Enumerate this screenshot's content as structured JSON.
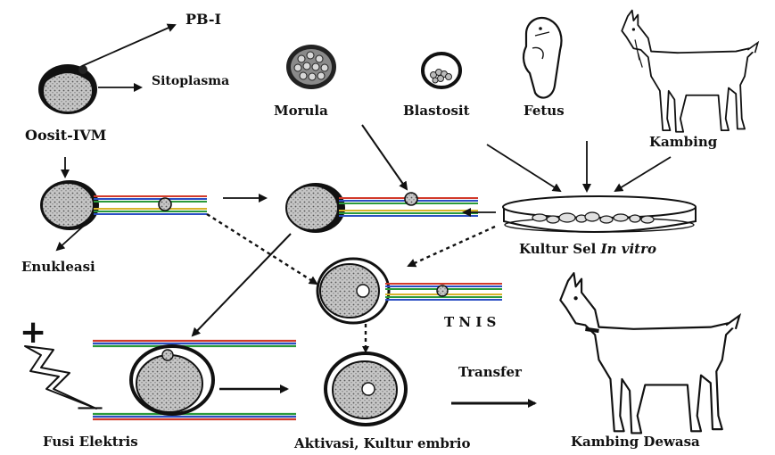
{
  "labels": {
    "pb1": "PB-I",
    "sitoplasma": "Sitoplasma",
    "oosit": "Oosit-IVM",
    "morula": "Morula",
    "blastosit": "Blastosit",
    "fetus": "Fetus",
    "kambing": "Kambing",
    "enukleasi": "Enukleasi",
    "kultur_sel_prefix": "Kultur Sel ",
    "kultur_sel_italic": "In vitro",
    "tnis": "T N I S",
    "fusi_elektris": "Fusi Elektris",
    "aktivasi": "Aktivasi, Kultur embrio",
    "transfer": "Transfer",
    "kambing_dewasa": "Kambing Dewasa",
    "plus_sign": "+",
    "minus_sign": "—"
  },
  "colors": {
    "ink": "#111111",
    "cell_fill": "#bcbcbc",
    "dots": "#555555",
    "pipette_red": "#d23a2a",
    "pipette_blue": "#2b4fc4",
    "pipette_green": "#2a9a3a",
    "pipette_yellow": "#d8b42a"
  },
  "icons": [
    "lightning-bolt-icon",
    "goat-icon",
    "fetus-icon",
    "petri-dish-icon"
  ]
}
